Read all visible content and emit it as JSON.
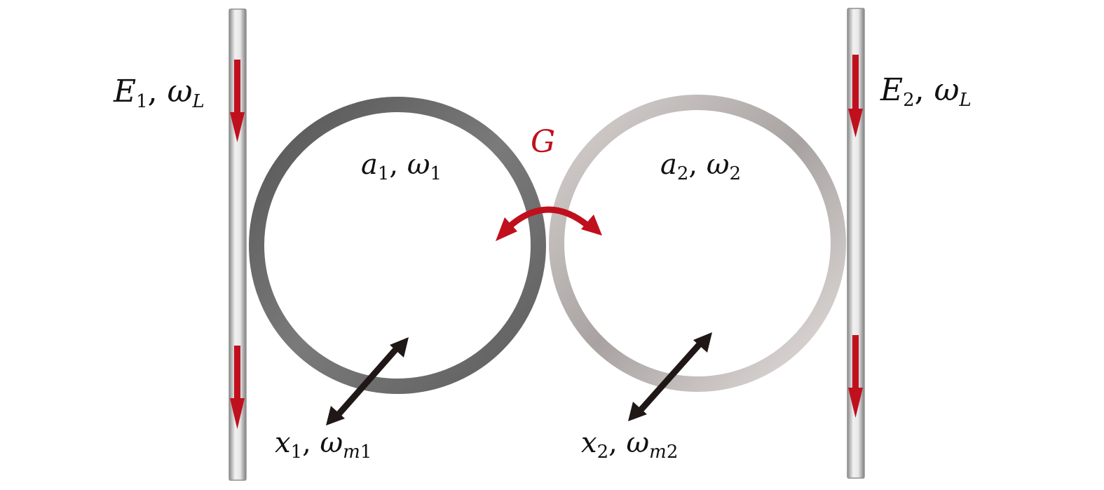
{
  "colors": {
    "arrow_red": "#c0101e",
    "arrow_dark": "#1f1816",
    "ring_left": "#6a6a6a",
    "ring_right": "#b9b3b2",
    "waveguide": "#c9c9c9"
  },
  "labels": {
    "input_left": {
      "main": "E",
      "sub": "1",
      "sep": ", ",
      "omega": "ω",
      "omega_sub": "L"
    },
    "input_right": {
      "main": "E",
      "sub": "2",
      "sep": ", ",
      "omega": "ω",
      "omega_sub": "L"
    },
    "mode_left": {
      "main": "a",
      "sub": "1",
      "sep": ", ",
      "omega": "ω",
      "omega_sub": "1"
    },
    "mode_right": {
      "main": "a",
      "sub": "2",
      "sep": ", ",
      "omega": "ω",
      "omega_sub": "2"
    },
    "mech_left": {
      "main": "x",
      "sub": "1",
      "sep": ", ",
      "omega": "ω",
      "omega_sub_i": "m",
      "omega_sub": "1"
    },
    "mech_right": {
      "main": "x",
      "sub": "2",
      "sep": ", ",
      "omega": "ω",
      "omega_sub_i": "m",
      "omega_sub": "2"
    },
    "coupling": "G"
  }
}
